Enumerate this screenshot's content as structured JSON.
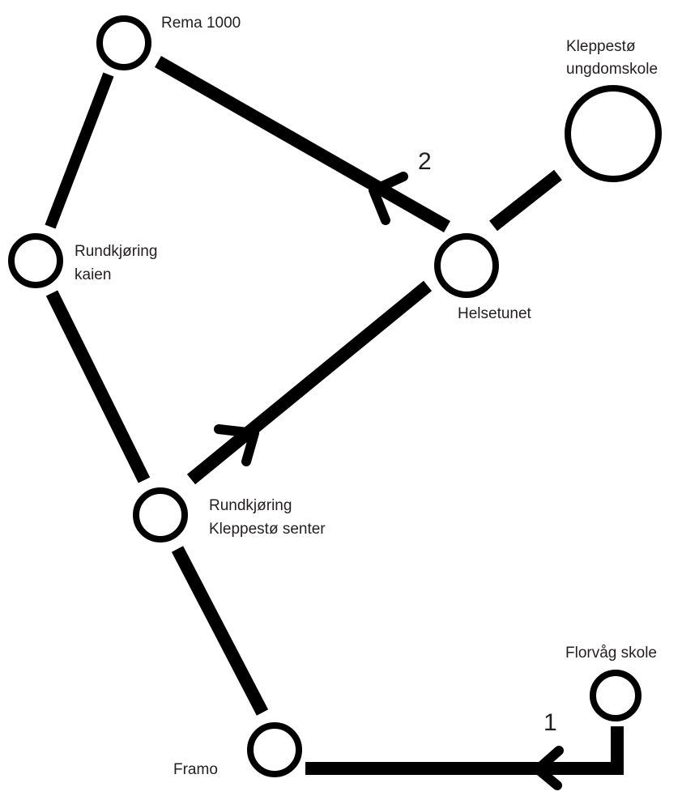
{
  "nodes": {
    "rema": {
      "label": "Rema 1000"
    },
    "kleppesto_ungdomsskole": {
      "line1": "Kleppestø",
      "line2": "ungdomskole"
    },
    "rundkjoring_kaien": {
      "line1": "Rundkjøring",
      "line2": "kaien"
    },
    "helsetunet": {
      "label": "Helsetunet"
    },
    "rundkjoring_senter": {
      "line1": "Rundkjøring",
      "line2": "Kleppestø senter"
    },
    "florvag_skole": {
      "label": "Florvåg skole"
    },
    "framo": {
      "label": "Framo"
    }
  },
  "route_numbers": {
    "one": "1",
    "two": "2"
  },
  "colors": {
    "line": "#000000",
    "text": "#231f20",
    "background": "#ffffff"
  }
}
